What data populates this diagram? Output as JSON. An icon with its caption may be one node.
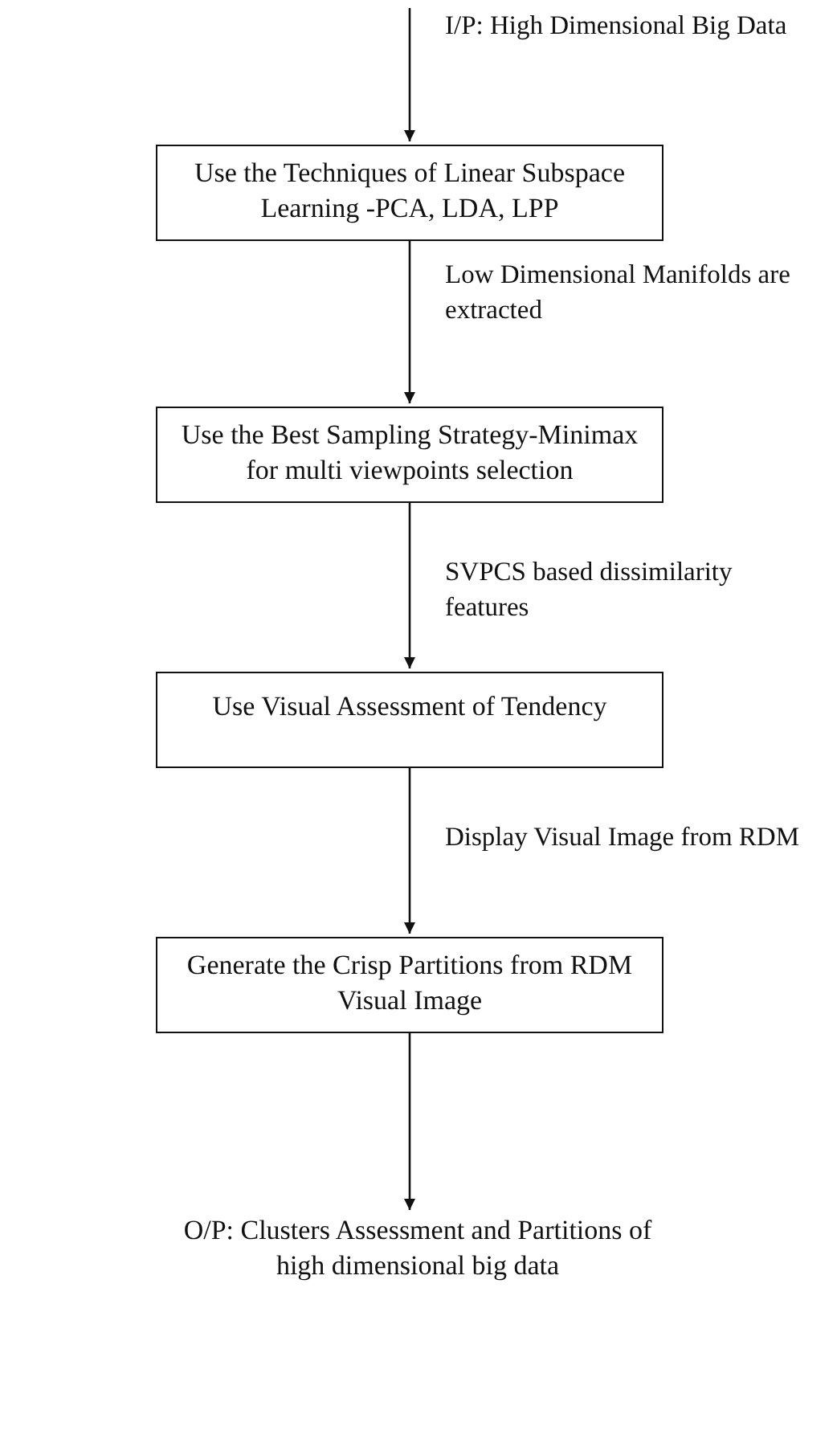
{
  "diagram": {
    "nodes": [
      {
        "text": [
          "Use the Techniques of Linear Subspace Learning -PCA, LDA, LPP"
        ]
      },
      {
        "text": [
          "Use the Best Sampling Strategy-Minimax for multi viewpoints selection"
        ]
      },
      {
        "text": [
          "Use Visual Assessment of Tendency"
        ]
      },
      {
        "text": [
          "Generate the Crisp Partitions from RDM Visual Image"
        ]
      },
      {
        "text": [
          "O/P: Clusters Assessment and Partitions of high dimensional big data"
        ]
      }
    ],
    "edges": [
      {
        "from": null,
        "to": 0,
        "arrow": "to",
        "label": "I/P: High Dimensional Big Data"
      },
      {
        "from": 0,
        "to": 1,
        "arrow": "to",
        "label": "Low Dimensional Manifolds are extracted"
      },
      {
        "from": 1,
        "to": 2,
        "arrow": "to",
        "label": "SVPCS based dissimilarity features"
      },
      {
        "from": 2,
        "to": 3,
        "arrow": "to",
        "label": "Display Visual Image from RDM"
      },
      {
        "from": 3,
        "to": 4,
        "arrow": "to"
      }
    ]
  }
}
